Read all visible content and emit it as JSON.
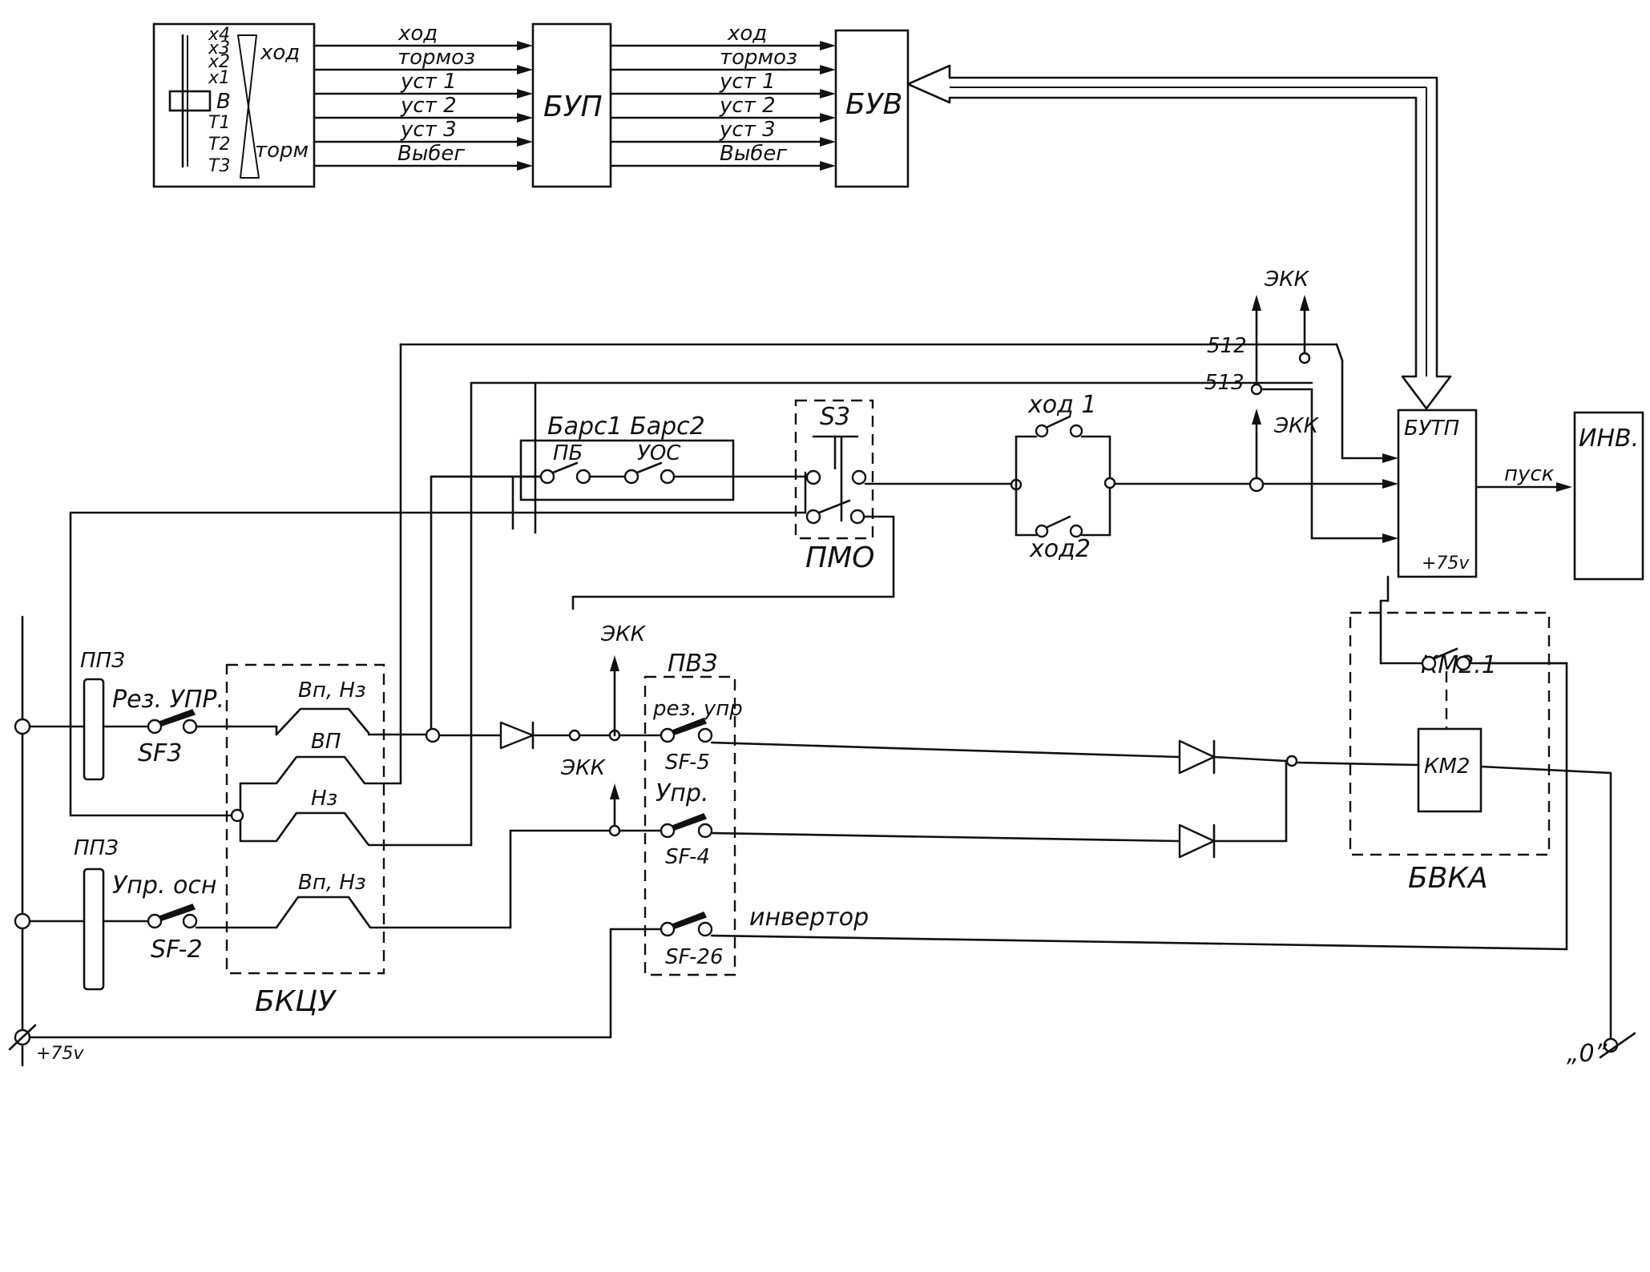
{
  "controller": {
    "positions": [
      "x4",
      "x3",
      "x2",
      "x1",
      "В",
      "Т1",
      "Т2",
      "Т3"
    ],
    "label_top": "ход",
    "label_bottom": "торм"
  },
  "signals_left": [
    "ход",
    "тормоз",
    "уст 1",
    "уст 2",
    "уст 3",
    "Выбег"
  ],
  "signals_right": [
    "ход",
    "тормоз",
    "уст 1",
    "уст 2",
    "уст 3",
    "Выбег"
  ],
  "blocks": {
    "bup": "БУП",
    "buv": "БУВ",
    "butp": "БУТП",
    "inv": "ИНВ.",
    "bkcu": "БКЦУ",
    "bvka": "БВКА",
    "pmo": "ПМО",
    "pvz": "ПВЗ"
  },
  "labels": {
    "bars": "Барс1 Барс2",
    "pb": "ПБ",
    "uos": "УОС",
    "s3": "S3",
    "hod1": "ход 1",
    "hod2": "ход2",
    "ekk_top": "ЭКК",
    "ekk_mid": "ЭКК",
    "ekk_low": "ЭКК",
    "ekk_diode": "ЭКК",
    "n512": "512",
    "n513": "513",
    "pusk": "пуск",
    "plus75_butp": "+75v",
    "km21": "КМ2.1",
    "km2": "КМ2",
    "ppz1": "ППЗ",
    "ppz2": "ППЗ",
    "rez_upr": "Рез. УПР.",
    "sf3": "SF3",
    "upr_osn": "Упр. осн",
    "sf2": "SF-2",
    "vp_nz_top": "Вп, Нз",
    "vp": "ВП",
    "nz": "Нз",
    "vp_nz_bottom": "Вп, Нз",
    "rez_upr2": "рез. упр",
    "sf5": "SF-5",
    "upr": "Упр.",
    "sf4": "SF-4",
    "sf26": "SF-26",
    "invertor": "инвертор",
    "plus75": "+75v",
    "zero": "„0”"
  }
}
